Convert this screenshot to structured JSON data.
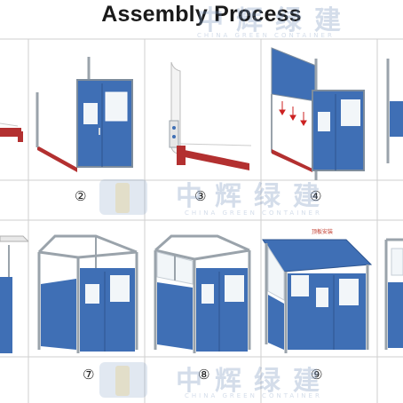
{
  "title": "Assembly Process",
  "steps": [
    "②",
    "③",
    "④",
    "⑦",
    "⑧",
    "⑨"
  ],
  "watermark": {
    "main": "中辉绿建",
    "sub": "CHINA GREEN CONTAINER"
  },
  "roof_tag": "顶板安装",
  "colors": {
    "panel_blue": "#3f6fb5",
    "floor_red": "#b33030",
    "frame_gray": "#9aa3ab",
    "glass": "#f2f6f9"
  }
}
